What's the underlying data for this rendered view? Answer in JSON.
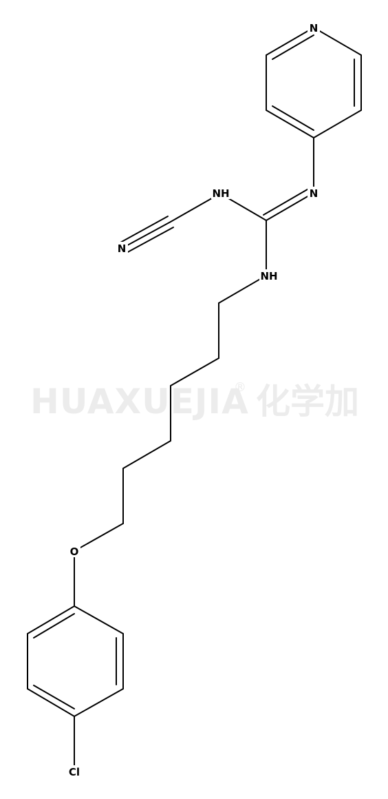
{
  "watermark": {
    "brand_latin": "HUAXUEJIA",
    "registered_mark": "®",
    "brand_cjk": "化学加"
  },
  "atoms": {
    "pyridine_n": "N",
    "imine_n": "N",
    "nh_cyano": "NH",
    "nitrile_n": "N",
    "nh_chain": "NH",
    "ether_o": "O",
    "chlorine": "Cl"
  },
  "colors": {
    "bond": "#000000",
    "label": "#000000",
    "watermark": "#ececec",
    "background": "#ffffff"
  }
}
